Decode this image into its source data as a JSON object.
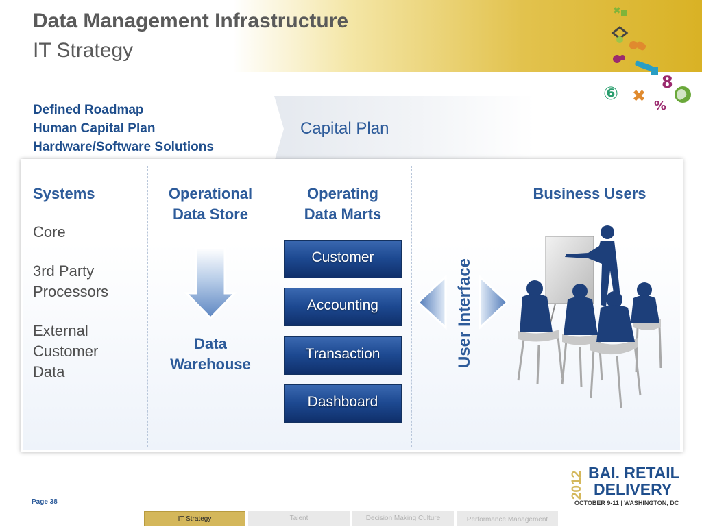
{
  "header": {
    "title": "Data Management Infrastructure",
    "subtitle": "IT Strategy"
  },
  "bullets": [
    "Defined Roadmap",
    "Human Capital Plan",
    "Hardware/Software Solutions"
  ],
  "capital_plan": "Capital Plan",
  "diagram": {
    "systems": {
      "heading": "Systems",
      "items": [
        {
          "lines": [
            "Core"
          ]
        },
        {
          "lines": [
            "3rd Party",
            "Processors"
          ]
        },
        {
          "lines": [
            "External",
            "Customer",
            "Data"
          ]
        }
      ]
    },
    "ods": {
      "heading_line1": "Operational",
      "heading_line2": "Data Store",
      "output_line1": "Data",
      "output_line2": "Warehouse"
    },
    "marts": {
      "heading_line1": "Operating",
      "heading_line2": "Data Marts",
      "items": [
        "Customer",
        "Accounting",
        "Transaction",
        "Dashboard"
      ]
    },
    "user_interface": "User Interface",
    "business_users": "Business Users"
  },
  "footer": {
    "page": "Page 38",
    "tabs": [
      "IT Strategy",
      "Talent",
      "Decision Making Culture",
      "Performance Management"
    ],
    "active_tab": "IT Strategy"
  },
  "logo": {
    "year": "2012",
    "line1": "BAI. RETAIL",
    "line2": "DELIVERY",
    "date": "OCTOBER 9-11 | WASHINGTON, DC"
  },
  "colors": {
    "accent_blue": "#2d5b9a",
    "gold": "#d9b225",
    "navy": "#1d4991"
  },
  "icons": [
    "audience-silhouette-icon",
    "double-arrow-icon",
    "down-arrow-icon",
    "financial-symbols-icon"
  ]
}
